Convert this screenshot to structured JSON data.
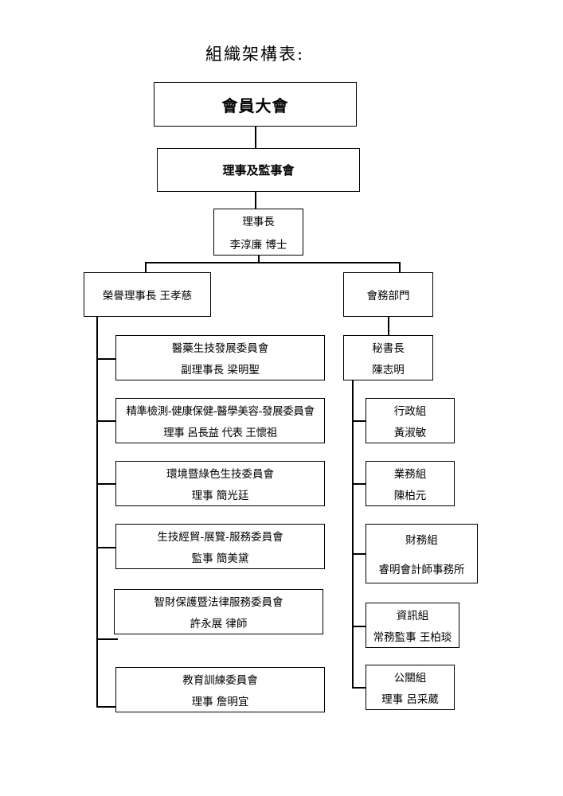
{
  "title": "組織架構表:",
  "assembly": "會員大會",
  "board": "理事及監事會",
  "chairman": {
    "role": "理事長",
    "name": "李淳廉 博士"
  },
  "honorary": "榮譽理事長 王孝慈",
  "affairs": "會務部門",
  "secretary": {
    "role": "秘書長",
    "name": "陳志明"
  },
  "committees": [
    {
      "name": "醫藥生技發展委員會",
      "lead": "副理事長  梁明聖"
    },
    {
      "name": "精準檢測-健康保健-醫學美容-發展委員會",
      "lead": "理事 呂長益 代表 王懷祖"
    },
    {
      "name": "環境暨綠色生技委員會",
      "lead": "理事 簡光廷"
    },
    {
      "name": "生技經貿-展覽-服務委員會",
      "lead": "監事 簡美黛"
    },
    {
      "name": "智財保護暨法律服務委員會",
      "lead": "許永展 律師"
    },
    {
      "name": "教育訓練委員會",
      "lead": "理事 詹明宜"
    }
  ],
  "groups": [
    {
      "name": "行政組",
      "lead": "黃淑敏"
    },
    {
      "name": "業務組",
      "lead": "陳柏元"
    },
    {
      "name": "財務組",
      "lead": "睿明會計師事務所"
    },
    {
      "name": "資訊組",
      "lead": "常務監事 王柏琰"
    },
    {
      "name": "公關組",
      "lead": "理事 呂采葳"
    }
  ]
}
